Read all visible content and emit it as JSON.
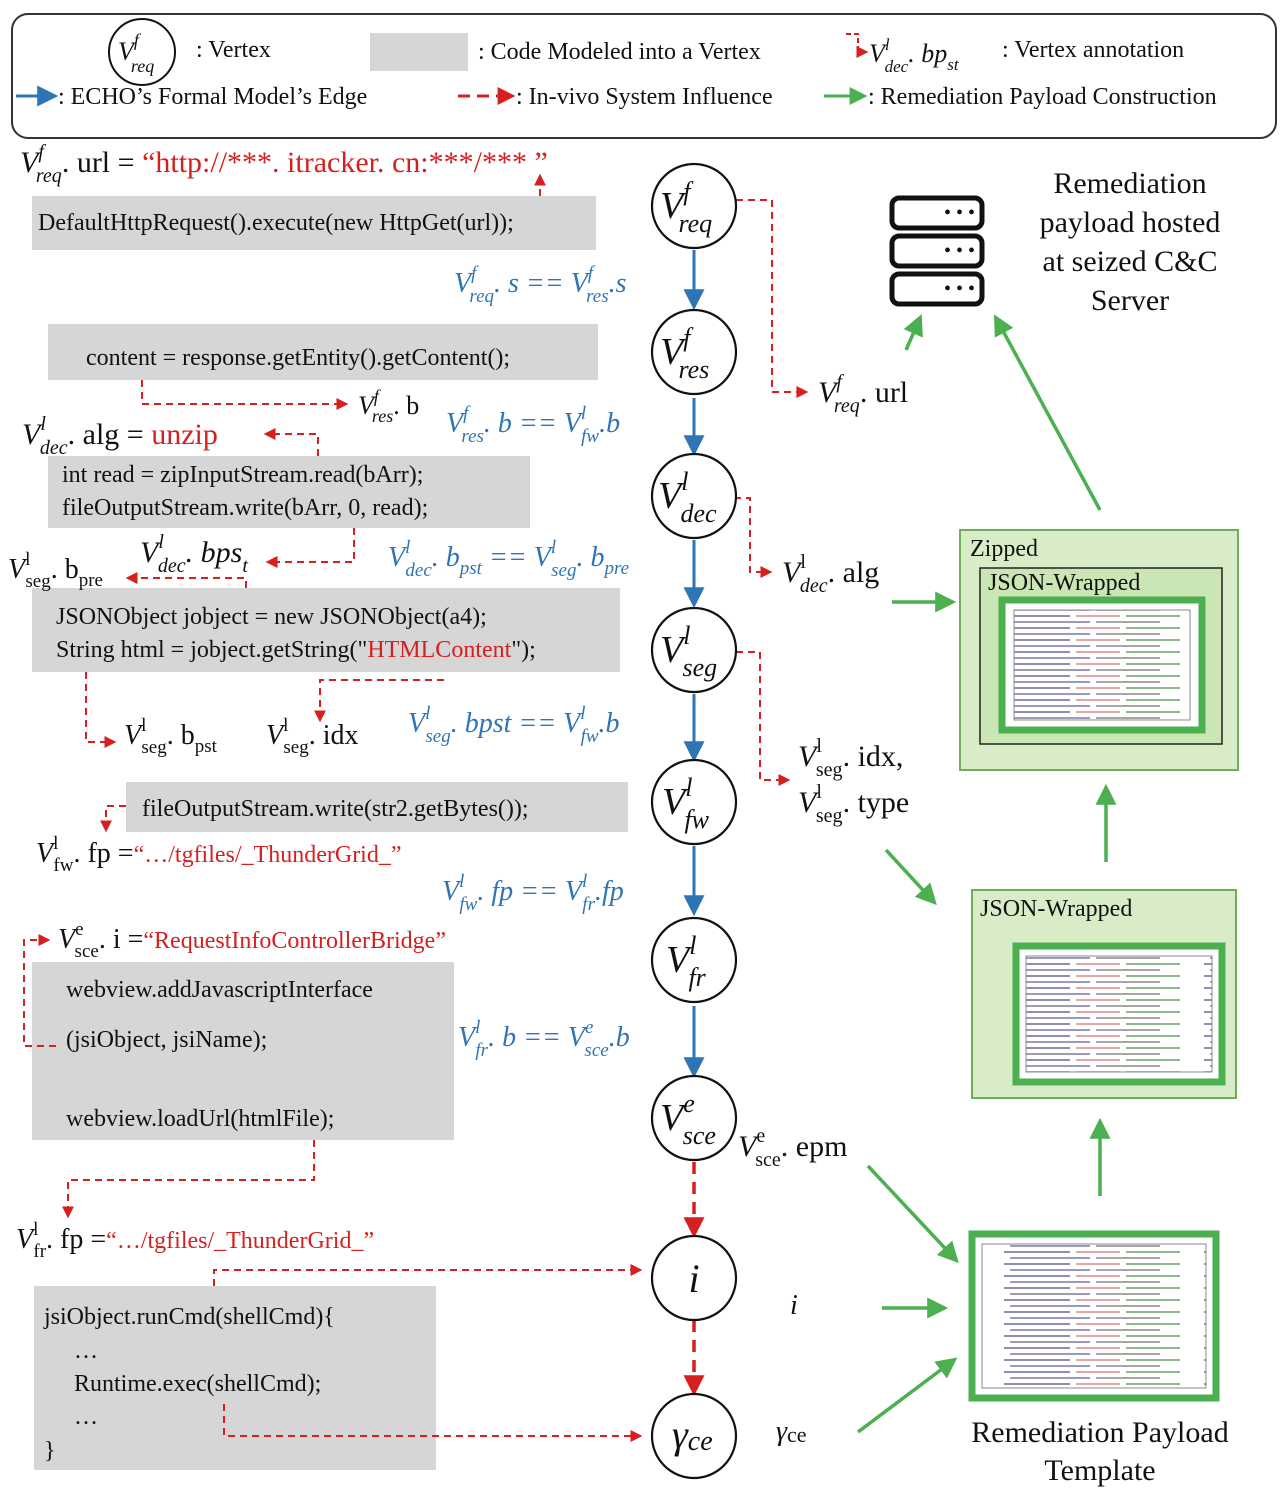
{
  "legend": {
    "vertex_label": ": Vertex",
    "code_label": ": Code Modeled into a Vertex",
    "annotation_label": ": Vertex annotation",
    "edge_label": ": ECHO’s Formal Model’s Edge",
    "influence_label": ": In-vivo System Influence",
    "remediation_label": ": Remediation Payload Construction"
  },
  "vertices": [
    {
      "base": "V",
      "sup": "f",
      "sub": "req"
    },
    {
      "base": "V",
      "sup": "f",
      "sub": "res"
    },
    {
      "base": "V",
      "sup": "l",
      "sub": "dec"
    },
    {
      "base": "V",
      "sup": "l",
      "sub": "seg"
    },
    {
      "base": "V",
      "sup": "l",
      "sub": "fw"
    },
    {
      "base": "V",
      "sup": "l",
      "sub": "fr"
    },
    {
      "base": "V",
      "sup": "e",
      "sub": "sce"
    },
    {
      "base": "i",
      "sup": "",
      "sub": ""
    },
    {
      "base": "γ",
      "sup": "",
      "sub": "ce"
    }
  ],
  "edges": [
    "V^f_req.s == V^f_res.s",
    "V^f_res.b == V^l_fw.b",
    "V^l_dec.b_pst == V^l_seg.b_pre",
    "V^l_seg.bpst == V^l_fw.b",
    "V^l_fw.fp == V^l_fr.fp",
    "V^l_fr.b == V^e_sce.b"
  ],
  "code": {
    "req": "DefaultHttpRequest().execute(new HttpGet(url));",
    "res": "content = response.getEntity().getContent();",
    "dec_1": "int read = zipInputStream.read(bArr);",
    "dec_2": "fileOutputStream.write(bArr, 0, read);",
    "seg_1": "JSONObject  jobject  = new JSONObject(a4);",
    "seg_2a": "String html = jobject.getString(\"",
    "seg_2b": "HTMLContent",
    "seg_2c": "\");",
    "fw": "fileOutputStream.write(str2.getBytes());",
    "sce_1": "webview.addJavascriptInterface",
    "sce_2": "(jsiObject, jsiName);",
    "sce_3": "webview.loadUrl(htmlFile);",
    "i_1": "jsiObject.runCmd(shellCmd){",
    "i_2": "…",
    "i_3": "Runtime.exec(shellCmd);",
    "i_4": "…",
    "i_5": "}"
  },
  "values": {
    "url": "“http://***. itracker. cn:***/*** ”",
    "alg": "unzip",
    "fw_fp": "“…/tgfiles/_ThunderGrid_”",
    "fr_fp": "“…/tgfiles/_ThunderGrid_”",
    "sce_i": "“RequestInfoControllerBridge”"
  },
  "annotations": {
    "url": "url",
    "res_b": "b",
    "dec_alg": "alg",
    "seg_bpre": "b",
    "seg_bpst": "b",
    "seg_idx": "idx",
    "seg_idx_r": "idx,",
    "seg_type": "type",
    "fw_fp": "fp",
    "fr_fp": "fp",
    "sce_i": "i",
    "sce_epm": "epm",
    "i": "i",
    "gamma": "γ",
    "gamma_sub": "ce"
  },
  "server_caption": [
    "Remediation",
    "payload hosted",
    "at seized C&C",
    "Server"
  ],
  "zipped_label": "Zipped",
  "json_wrapped_label": "JSON-Wrapped",
  "template_caption": [
    "Remediation Payload",
    "Template"
  ],
  "colors": {
    "edge": "#2e75b6",
    "influence": "#d61f1f",
    "remediation": "#4caf50",
    "code_bg": "#d6d6d6"
  }
}
